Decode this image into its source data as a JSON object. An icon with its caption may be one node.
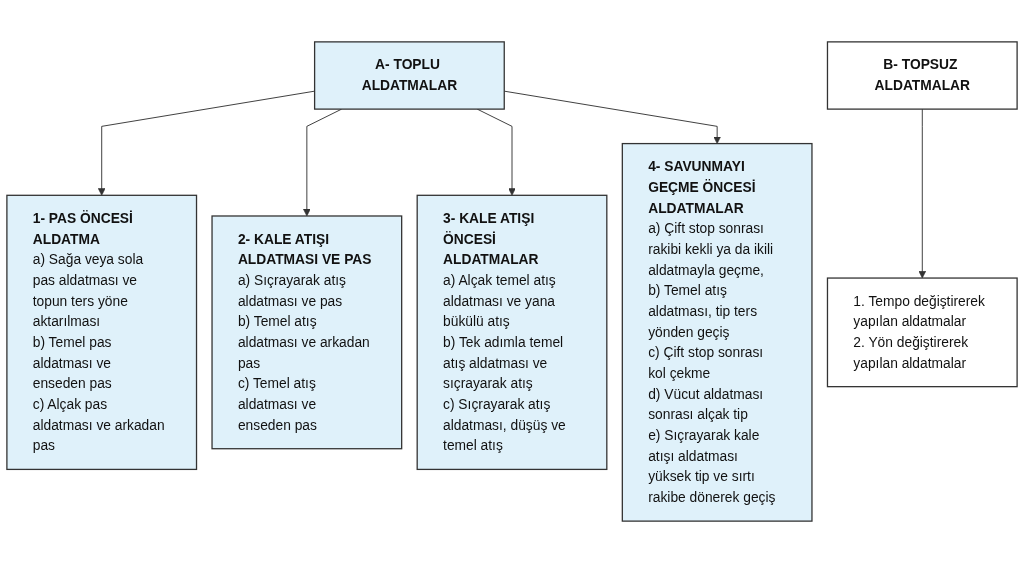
{
  "diagram": {
    "nodes": [
      {
        "text": [
          "A- TOPLU ALDATMALAR"
        ]
      },
      {
        "text": [
          "1- PAS ÖNCESİ ALDATMA",
          "a) Sağa veya sola pas aldatması ve topun ters yöne aktarılması",
          "b) Temel pas aldatması ve enseden pas",
          "c) Alçak pas aldatması ve arkadan pas"
        ]
      },
      {
        "text": [
          "2- KALE ATIŞI ALDATMASI VE PAS",
          "a) Sıçrayarak atış aldatması ve pas",
          "b) Temel atış aldatması ve arkadan pas",
          "c) Temel atış aldatması ve enseden pas"
        ]
      },
      {
        "text": [
          "3- KALE ATIŞI ÖNCESİ ALDATMALAR",
          "a) Alçak temel atış aldatması ve yana bükülü atış",
          "b) Tek adımla temel atış aldatması ve sıçrayarak atış",
          "c) Sıçrayarak atış aldatması, düşüş ve temel atış"
        ]
      },
      {
        "text": [
          "4- SAVUNMAYI GEÇME ÖNCESİ ALDATMALAR",
          "a) Çift stop sonrası rakibi kekli ya da ikili aldatmayla geçme,",
          "b) Temel atış aldatması, tip ters yönden geçiş",
          "c) Çift stop sonrası kol çekme",
          "d) Vücut aldatması sonrası alçak tip",
          "e) Sıçrayarak kale atışı aldatması yüksek tip ve sırtı rakibe dönerek geçiş"
        ]
      },
      {
        "text": [
          "B- TOPSUZ ALDATMALAR"
        ]
      },
      {
        "text": [
          "1. Tempo değiştirerek yapılan aldatmalar",
          "2. Yön değiştirerek yapılan aldatmalar"
        ]
      }
    ],
    "edges": [
      {
        "from": 0,
        "to": 1,
        "arrow": "to"
      },
      {
        "from": 0,
        "to": 2,
        "arrow": "to"
      },
      {
        "from": 0,
        "to": 3,
        "arrow": "to"
      },
      {
        "from": 0,
        "to": 4,
        "arrow": "to"
      },
      {
        "from": 5,
        "to": 6,
        "arrow": "to"
      }
    ]
  }
}
